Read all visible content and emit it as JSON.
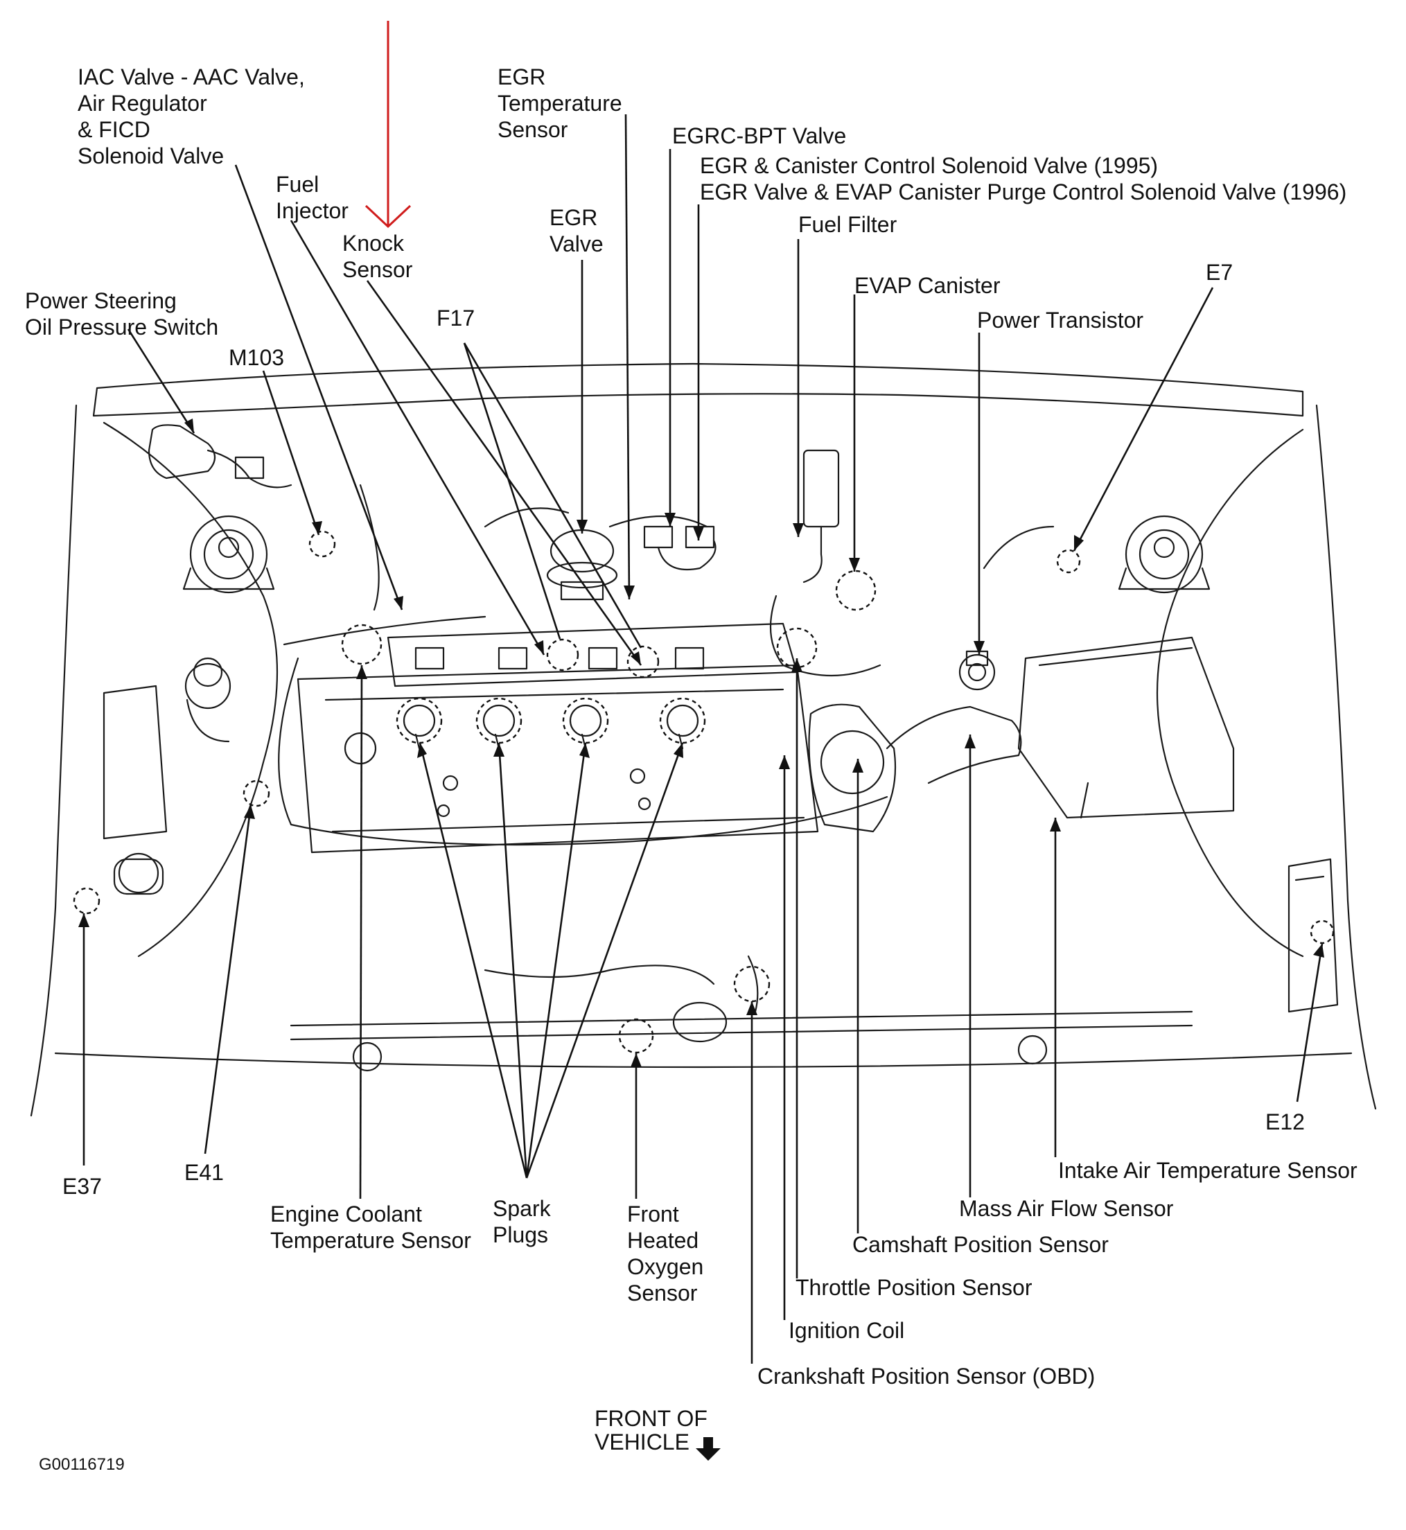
{
  "figure_id": "G00116719",
  "front_label": [
    "FRONT OF",
    "VEHICLE"
  ],
  "accent_color": "#d01c1c",
  "callouts": {
    "iac": [
      "IAC Valve - AAC Valve,",
      "Air Regulator",
      "& FICD",
      "Solenoid Valve"
    ],
    "egr_temp": [
      "EGR",
      "Temperature",
      "Sensor"
    ],
    "egrc_bpt": [
      "EGRC-BPT Valve"
    ],
    "egr_canister": [
      "EGR & Canister Control Solenoid Valve (1995)",
      "EGR Valve & EVAP Canister Purge Control Solenoid Valve (1996)"
    ],
    "fuel_filter": [
      "Fuel Filter"
    ],
    "fuel_injector": [
      "Fuel",
      "Injector"
    ],
    "knock": [
      "Knock",
      "Sensor"
    ],
    "egr_valve": [
      "EGR",
      "Valve"
    ],
    "evap": [
      "EVAP Canister"
    ],
    "e7": [
      "E7"
    ],
    "ps_switch": [
      "Power Steering",
      "Oil Pressure Switch"
    ],
    "f17": [
      "F17"
    ],
    "power_transistor": [
      "Power Transistor"
    ],
    "m103": [
      "M103"
    ],
    "e12": [
      "E12"
    ],
    "e37": [
      "E37"
    ],
    "e41": [
      "E41"
    ],
    "iat": [
      "Intake Air Temperature Sensor"
    ],
    "ect": [
      "Engine Coolant",
      "Temperature Sensor"
    ],
    "spark": [
      "Spark",
      "Plugs"
    ],
    "o2": [
      "Front",
      "Heated",
      "Oxygen",
      "Sensor"
    ],
    "maf": [
      "Mass Air Flow Sensor"
    ],
    "cmp": [
      "Camshaft Position Sensor"
    ],
    "tps": [
      "Throttle Position Sensor"
    ],
    "coil": [
      "Ignition Coil"
    ],
    "ckp": [
      "Crankshaft Position Sensor (OBD)"
    ]
  }
}
